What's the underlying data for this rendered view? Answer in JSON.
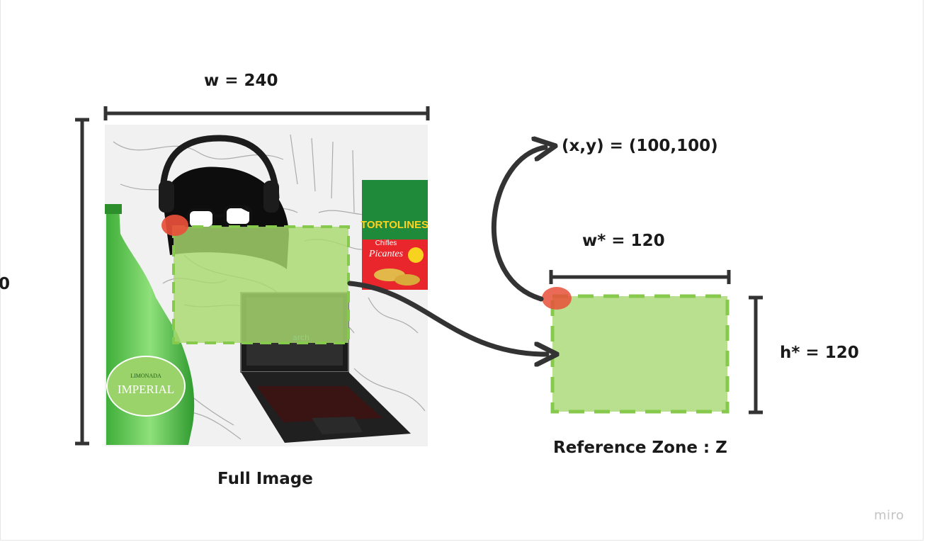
{
  "labels": {
    "full_width": "w = 240",
    "full_height": "0",
    "full_image": "Full Image",
    "coords": "(x,y) = (100,100)",
    "zone_width": "w* = 120",
    "zone_height": "h* = 120",
    "reference_zone": "Reference Zone : Z"
  },
  "photo_text": {
    "snack_brand": "TORTOLINES",
    "snack_flavor_1": "Chifles",
    "snack_flavor_2": "Picantes",
    "bottle_brand": "IMPERIAL",
    "bottle_sub": "LIMONADA",
    "laptop_screen": "arch"
  },
  "watermark": "miro",
  "colors": {
    "line": "#333333",
    "zone_fill": "#b9e08e",
    "zone_stroke": "#86c94c",
    "marker": "#e8503a"
  }
}
